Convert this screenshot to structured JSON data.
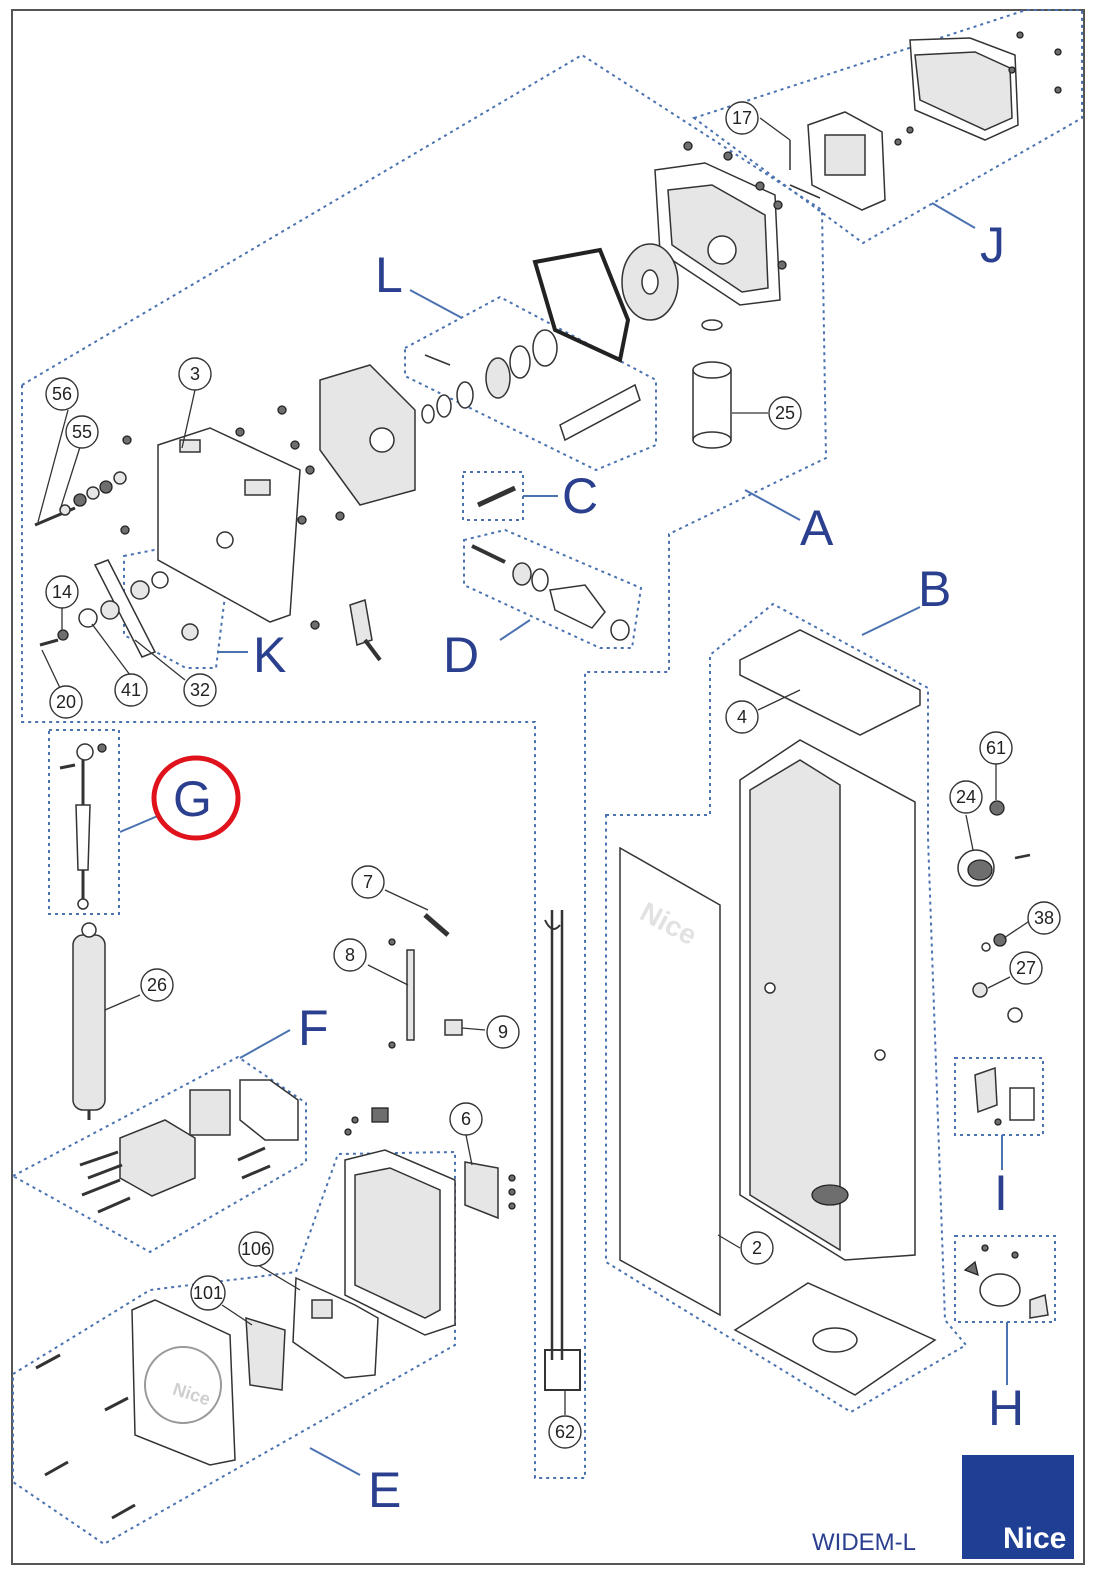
{
  "model": "WIDEM-L",
  "brand": "Nice",
  "highlighted_group": "G",
  "colors": {
    "accent_blue": "#2b3f8f",
    "dash_blue": "#4a72b0",
    "highlight_red": "#e0121b",
    "brand_box": "#1f3f94"
  },
  "groups": {
    "A": "A",
    "B": "B",
    "C": "C",
    "D": "D",
    "E": "E",
    "F": "F",
    "G": "G",
    "H": "H",
    "I": "I",
    "J": "J",
    "K": "K",
    "L": "L"
  },
  "parts": {
    "p2": "2",
    "p3": "3",
    "p4": "4",
    "p6": "6",
    "p7": "7",
    "p8": "8",
    "p9": "9",
    "p14": "14",
    "p17": "17",
    "p20": "20",
    "p24": "24",
    "p25": "25",
    "p26": "26",
    "p27": "27",
    "p32": "32",
    "p38": "38",
    "p41": "41",
    "p55": "55",
    "p56": "56",
    "p61": "61",
    "p62": "62",
    "p101": "101",
    "p106": "106"
  },
  "cover_logo": "Nice",
  "housing_logo": "Nice"
}
